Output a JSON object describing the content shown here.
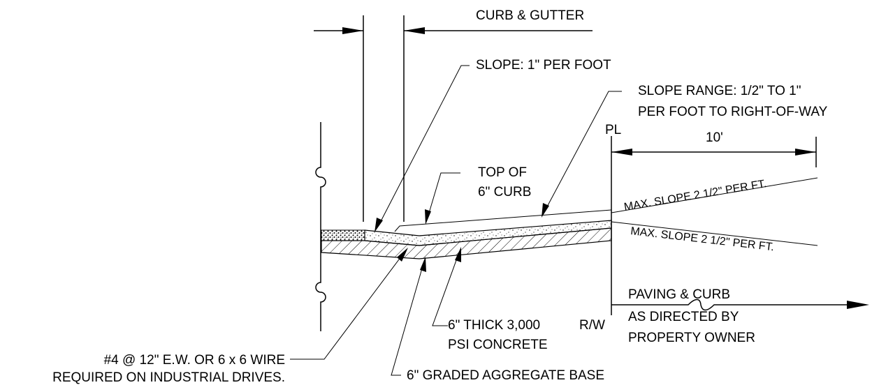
{
  "labels": {
    "curb_gutter": "CURB & GUTTER",
    "slope_1": "SLOPE: 1\" PER FOOT",
    "slope_range_1": "SLOPE RANGE: 1/2\" TO 1\"",
    "slope_range_2": "PER FOOT TO RIGHT-OF-WAY",
    "pl": "PL",
    "ten_ft": "10'",
    "top_of_curb_1": "TOP OF",
    "top_of_curb_2": "6\" CURB",
    "max_slope_upper": "MAX. SLOPE 2 1/2\" PER FT.",
    "max_slope_lower": "MAX. SLOPE 2 1/2\" PER FT.",
    "paving_1": "PAVING & CURB",
    "paving_2": "AS DIRECTED BY",
    "paving_3": "PROPERTY OWNER",
    "concrete_1": "6\" THICK 3,000",
    "concrete_2": "PSI CONCRETE",
    "rw": "R/W",
    "rebar_1": "#4 @ 12\" E.W. OR 6 x 6 WIRE",
    "rebar_2": "REQUIRED ON INDUSTRIAL DRIVES.",
    "aggregate": "6\" GRADED AGGREGATE BASE"
  }
}
